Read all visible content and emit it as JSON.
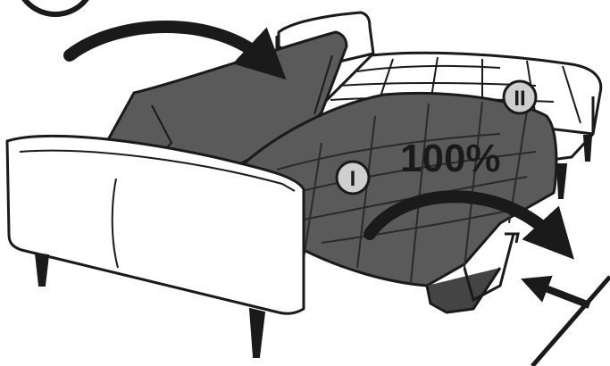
{
  "diagram": {
    "percent_label": "100%",
    "markers": [
      {
        "id": "step-1",
        "text": "I"
      },
      {
        "id": "step-2",
        "text": "II"
      }
    ]
  },
  "colors": {
    "outline": "#1a1a1a",
    "upholstery_white": "#ffffff",
    "upholstery_gray": "#5a5a5a",
    "upholstery_gray_dark": "#444444",
    "marker_fill": "#cfcfcf"
  },
  "icons": [
    "rotate-arrow-icon",
    "push-arrow-icon"
  ]
}
